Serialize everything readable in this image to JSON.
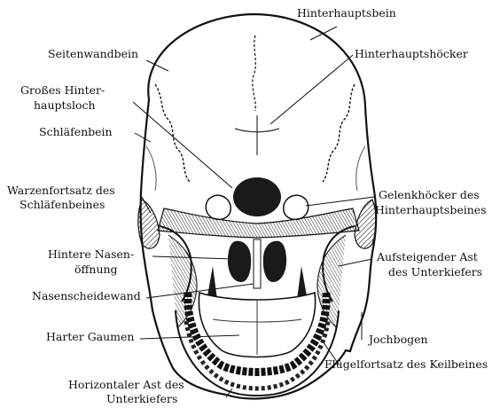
{
  "labels": {
    "hinterhauptsbein": "Hinterhauptsbein",
    "seitenwandbein": "Seitenwandbein",
    "hinterhauptshoecker": "Hinterhauptshöcker",
    "grosses_hinterhauptsloch_1": "Großes Hinter-",
    "grosses_hinterhauptsloch_2": "hauptsloch",
    "schlaefenbein": "Schläfenbein",
    "warzenfortsatz_1": "Warzenfortsatz des",
    "warzenfortsatz_2": "Schläfenbeines",
    "gelenkhoecker_1": "Gelenkhöcker des",
    "gelenkhoecker_2": "Hinterhauptsbeines",
    "hintere_nasenoeffnung_1": "Hintere Nasen-",
    "hintere_nasenoeffnung_2": "öffnung",
    "aufsteigender_ast_1": "Aufsteigender Ast",
    "aufsteigender_ast_2": "des Unterkiefers",
    "nasenscheidewand": "Nasenscheidewand",
    "harter_gaumen": "Harter Gaumen",
    "jochbogen": "Jochbogen",
    "fluegelfortsatz": "Flügelfortsatz des Keilbeines",
    "horizontaler_ast_1": "Horizontaler Ast des",
    "horizontaler_ast_2": "Unterkiefers"
  },
  "colors": {
    "ink": "#111111",
    "dark": "#1a1a1a",
    "bone": "#ffffff"
  }
}
